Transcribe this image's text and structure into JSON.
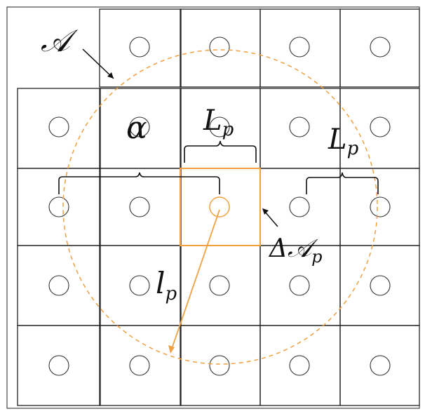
{
  "labels": {
    "region": "𝒜",
    "spacing": "α",
    "cell_size_top": "L",
    "cell_size_right": "L",
    "cell_size_sub": "p",
    "cell_area": "Δ𝒜",
    "cell_area_sub": "p",
    "distance": "l",
    "distance_sub": "p"
  },
  "colors": {
    "highlight": "#f0a040",
    "lines": "#222222"
  }
}
